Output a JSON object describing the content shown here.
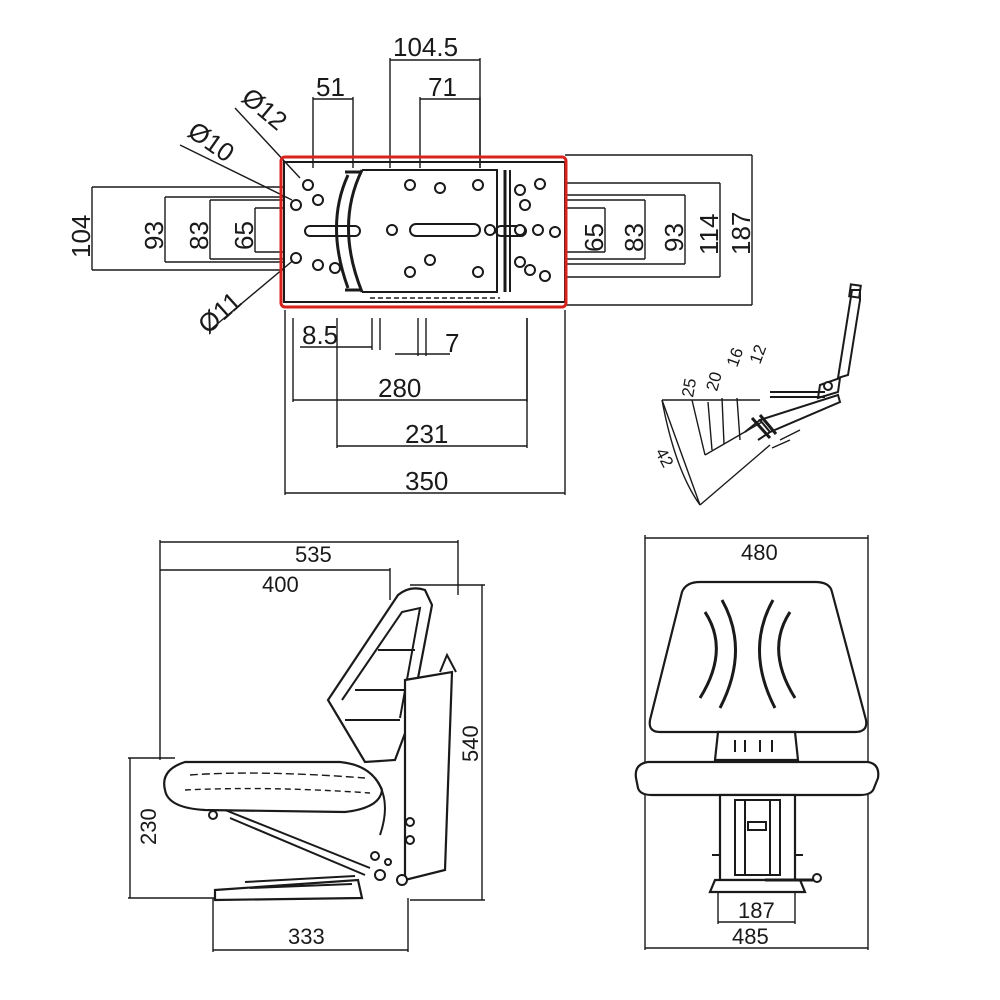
{
  "top_view": {
    "dims": {
      "d104_5": "104.5",
      "d71": "71",
      "d51": "51",
      "dia12": "Ø12",
      "dia10": "Ø10",
      "dia11": "Ø11",
      "d104": "104",
      "d93_left": "93",
      "d83_left": "83",
      "d65_left": "65",
      "d65_right": "65",
      "d83_right": "83",
      "d93_right": "93",
      "d114": "114",
      "d187": "187",
      "d8_5": "8.5",
      "d7": "7",
      "d280": "280",
      "d231": "231",
      "d350": "350"
    },
    "highlight_color": "#d9221c"
  },
  "adjust_view": {
    "dims": {
      "d25": "25",
      "d20": "20",
      "d16": "16",
      "d12": "12",
      "d42": "42"
    }
  },
  "side_view": {
    "dims": {
      "d535": "535",
      "d400": "400",
      "d540": "540",
      "d230": "230",
      "d333": "333"
    }
  },
  "front_view": {
    "dims": {
      "d480": "480",
      "d187": "187",
      "d485": "485"
    }
  }
}
